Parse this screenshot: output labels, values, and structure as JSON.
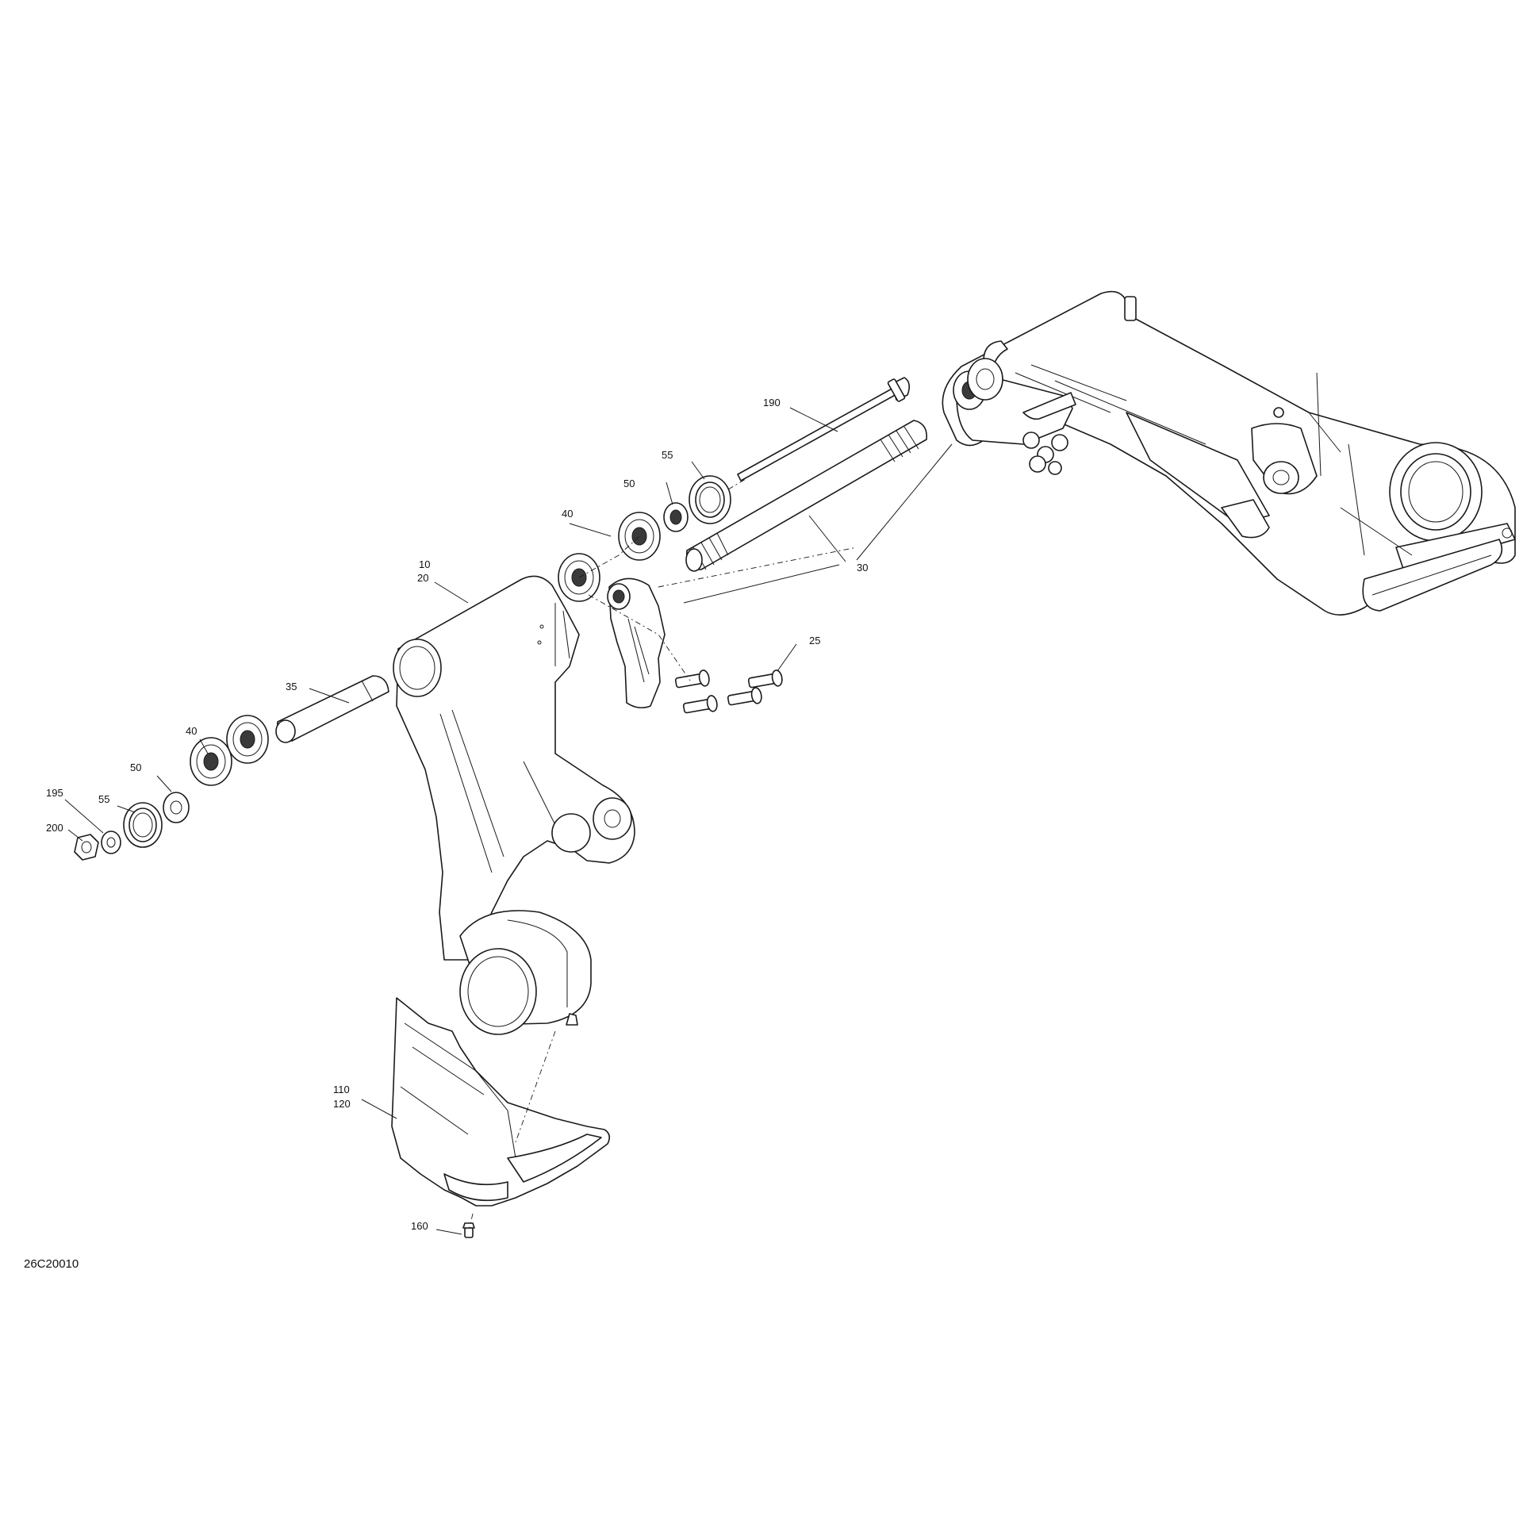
{
  "diagram": {
    "drawing_code": "26C20010",
    "callouts": {
      "c10": "10",
      "c20": "20",
      "c25": "25",
      "c30": "30",
      "c35": "35",
      "c40a": "40",
      "c40b": "40",
      "c50a": "50",
      "c50b": "50",
      "c55a": "55",
      "c55b": "55",
      "c110": "110",
      "c120": "120",
      "c160": "160",
      "c190": "190",
      "c195": "195",
      "c200": "200"
    }
  }
}
